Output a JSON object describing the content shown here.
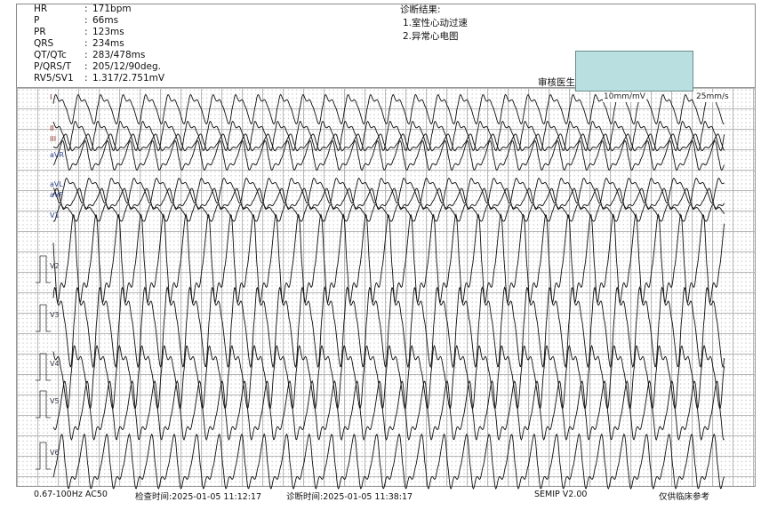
{
  "measurements": [
    {
      "key": "HR",
      "value": "171bpm"
    },
    {
      "key": "P",
      "value": "66ms"
    },
    {
      "key": "PR",
      "value": "123ms"
    },
    {
      "key": "QRS",
      "value": "234ms"
    },
    {
      "key": "QT/QTc",
      "value": "283/478ms"
    },
    {
      "key": "P/QRS/T",
      "value": "205/12/90deg."
    },
    {
      "key": "RV5/SV1",
      "value": "1.317/2.751mV"
    }
  ],
  "colon": ":",
  "diagnosis": {
    "title": "诊断结果:",
    "items": [
      "1.室性心动过速",
      "2.异常心电图"
    ]
  },
  "reviewer_label": "审核医生",
  "gain": "10mm/mV",
  "speed": "25mm/s",
  "leads": [
    "I",
    "II",
    "III",
    "aVR",
    "aVL",
    "aVF",
    "V1",
    "V2",
    "V3",
    "V4",
    "V5",
    "V6"
  ],
  "colors": {
    "limb_lead_label": "#8b2a2a",
    "aug_lead_label": "#2a3f8b",
    "trace": "#111111",
    "redaction_box": "#b9dfe1"
  },
  "footer": {
    "filter": "0.67-100Hz AC50",
    "exam_time": "检查时间:2025-01-05 11:12:17",
    "diag_time": "诊断时间:2025-01-05 11:38:17",
    "software": "SEMIP V2.00",
    "disclaimer": "仅供临床参考"
  }
}
